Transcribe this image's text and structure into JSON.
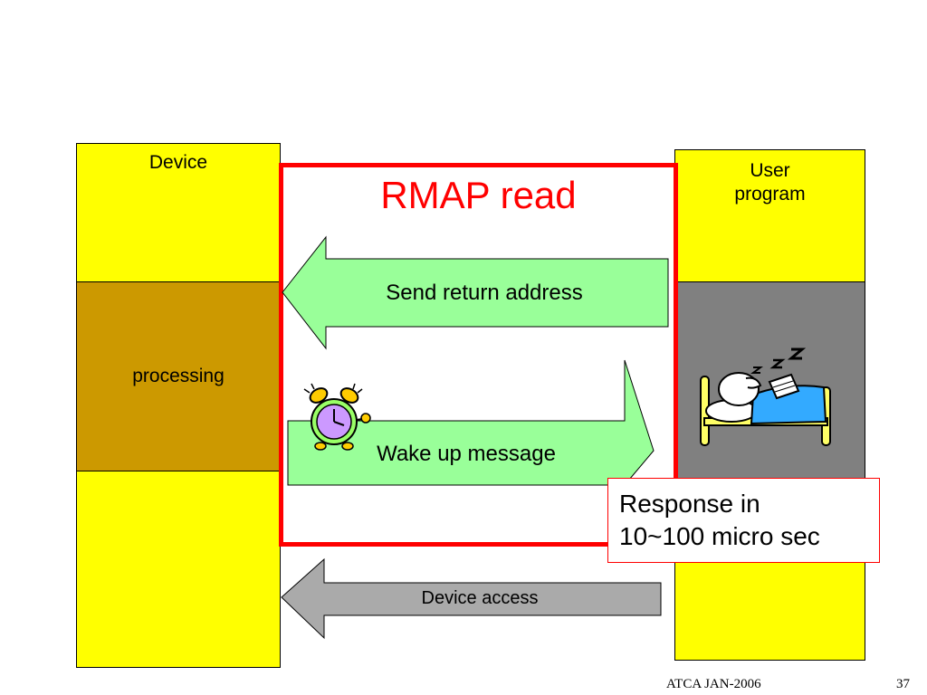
{
  "device": {
    "label": "Device",
    "processing_label": "processing"
  },
  "user_program": {
    "label_line1": "User",
    "label_line2": "program"
  },
  "rmap": {
    "title": "RMAP read"
  },
  "arrows": {
    "send_return_address": "Send return address",
    "wake_up_message": "Wake up message",
    "device_access": "Device access"
  },
  "response": {
    "line1": "Response in",
    "line2": "10~100 micro sec"
  },
  "footer": {
    "left": "ATCA JAN-2006",
    "page": "37"
  },
  "icons": {
    "clock": "alarm-clock-icon",
    "sleeper": "sleeping-person-icon"
  },
  "colors": {
    "column_yellow": "#ffff00",
    "processing_brown": "#cc9900",
    "sleep_gray": "#808080",
    "rmap_red": "#ff0000",
    "arrow_green": "#99ff99",
    "access_gray": "#aaaaaa"
  }
}
